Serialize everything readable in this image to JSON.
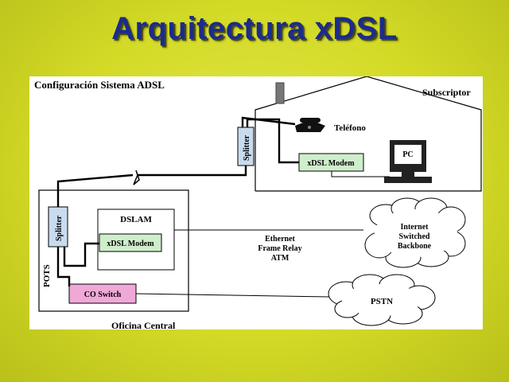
{
  "slide": {
    "title": "Arquitectura xDSL"
  },
  "diagram": {
    "heading": "Configuración Sistema ADSL",
    "subscriber_label": "Subscriptor",
    "phone_label": "Teléfono",
    "pc_label": "PC",
    "subscriber_splitter_label": "Splitter",
    "subscriber_modem_label": "xDSL Modem",
    "dslam_label": "DSLAM",
    "co_splitter_label": "Splitter",
    "co_modem_label": "xDSL Modem",
    "pots_label": "POTS",
    "co_switch_label": "CO Switch",
    "central_office_label": "Oficina Central",
    "link_lines": [
      "Ethernet",
      "Frame Relay",
      "ATM"
    ],
    "internet_cloud_lines": [
      "Internet",
      "Switched",
      "Backbone"
    ],
    "pstn_label": "PSTN"
  },
  "colors": {
    "splitter_fill": "#c9dcef",
    "modem_fill": "#cfeecb",
    "switch_fill": "#f0a8d8",
    "title_color": "#1b2c8c",
    "background": "#d3da26"
  }
}
